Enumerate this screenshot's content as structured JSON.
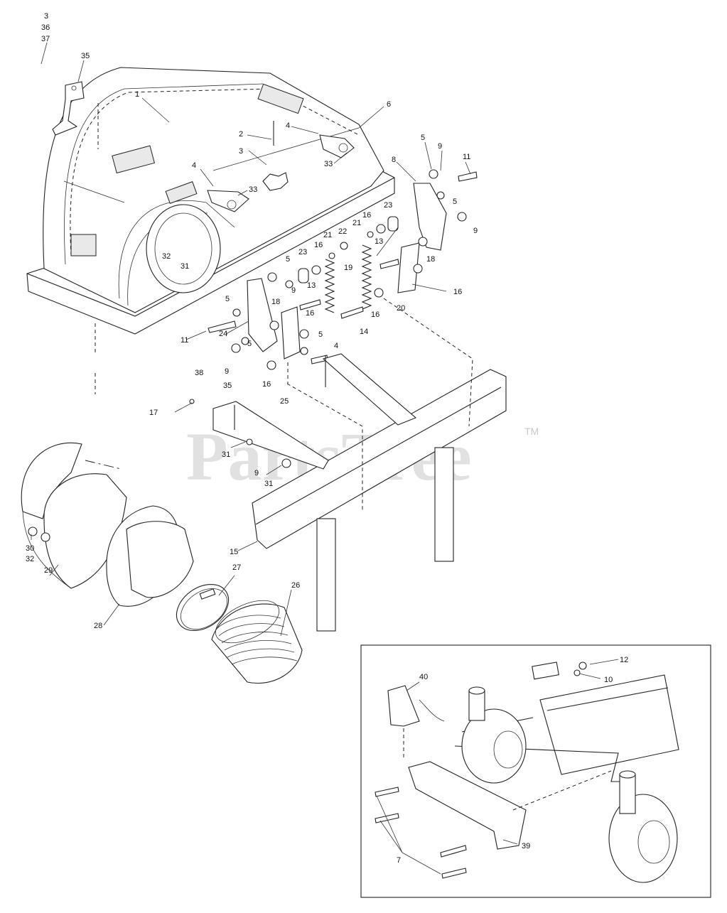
{
  "watermark": {
    "text": "PartsTree",
    "tm": "TM"
  },
  "callouts": [
    {
      "label": "3"
    },
    {
      "label": "36"
    },
    {
      "label": "37"
    },
    {
      "label": "35"
    },
    {
      "label": "1"
    },
    {
      "label": "2"
    },
    {
      "label": "3"
    },
    {
      "label": "4"
    },
    {
      "label": "33"
    },
    {
      "label": "6"
    },
    {
      "label": "4"
    },
    {
      "label": "33"
    },
    {
      "label": "5"
    },
    {
      "label": "9"
    },
    {
      "label": "11"
    },
    {
      "label": "8"
    },
    {
      "label": "5"
    },
    {
      "label": "23"
    },
    {
      "label": "16"
    },
    {
      "label": "9"
    },
    {
      "label": "21"
    },
    {
      "label": "22"
    },
    {
      "label": "21"
    },
    {
      "label": "13"
    },
    {
      "label": "18"
    },
    {
      "label": "32"
    },
    {
      "label": "31"
    },
    {
      "label": "23"
    },
    {
      "label": "16"
    },
    {
      "label": "5"
    },
    {
      "label": "9"
    },
    {
      "label": "19"
    },
    {
      "label": "16"
    },
    {
      "label": "13"
    },
    {
      "label": "20"
    },
    {
      "label": "5"
    },
    {
      "label": "18"
    },
    {
      "label": "16"
    },
    {
      "label": "11"
    },
    {
      "label": "24"
    },
    {
      "label": "5"
    },
    {
      "label": "14"
    },
    {
      "label": "16"
    },
    {
      "label": "9"
    },
    {
      "label": "5"
    },
    {
      "label": "4"
    },
    {
      "label": "16"
    },
    {
      "label": "25"
    },
    {
      "label": "38"
    },
    {
      "label": "35"
    },
    {
      "label": "17"
    },
    {
      "label": "31"
    },
    {
      "label": "9"
    },
    {
      "label": "31"
    },
    {
      "label": "15"
    },
    {
      "label": "27"
    },
    {
      "label": "26"
    },
    {
      "label": "30"
    },
    {
      "label": "32"
    },
    {
      "label": "29"
    },
    {
      "label": "28"
    },
    {
      "label": "12"
    },
    {
      "label": "10"
    },
    {
      "label": "40"
    },
    {
      "label": "7"
    },
    {
      "label": "39"
    }
  ]
}
